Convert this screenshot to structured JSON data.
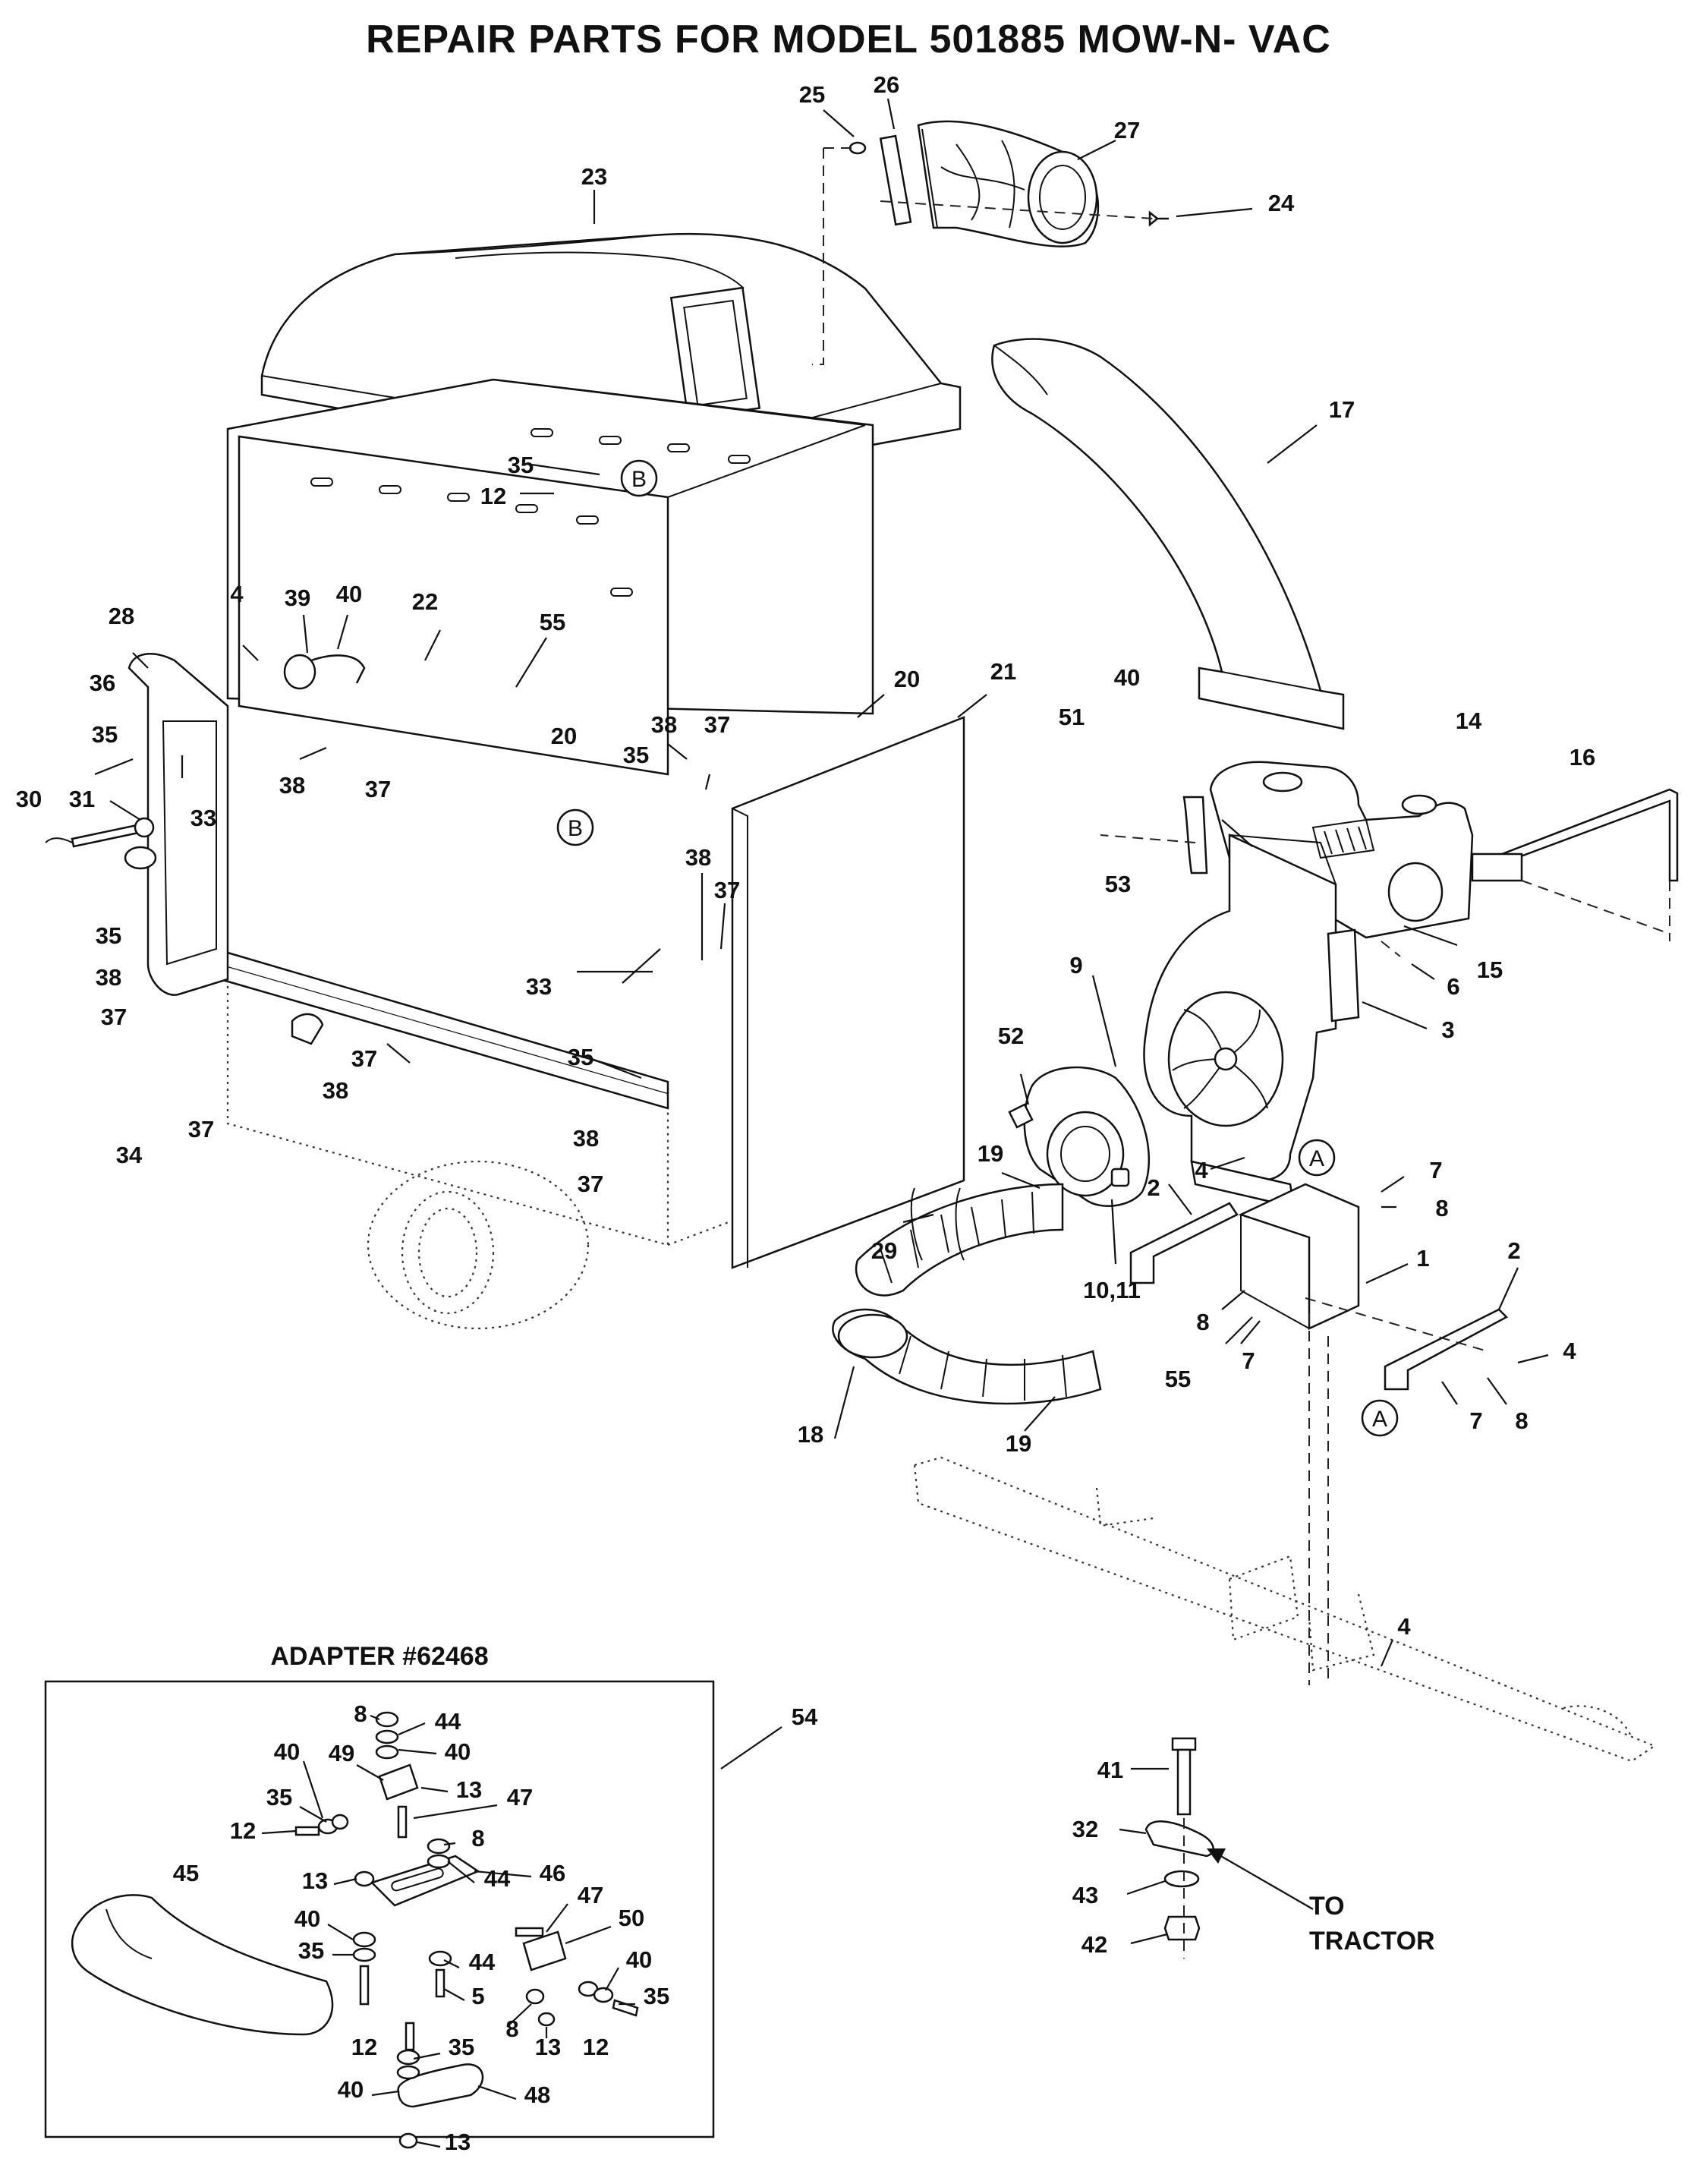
{
  "title": "REPAIR PARTS FOR MODEL 501885 MOW-N- VAC",
  "adapter_title": "ADAPTER  #62468",
  "to_tractor": [
    "TO",
    "TRACTOR"
  ],
  "circle_refs": [
    "A",
    "B"
  ],
  "callouts": [
    {
      "id": "c25",
      "text": "25"
    },
    {
      "id": "c26",
      "text": "26"
    },
    {
      "id": "c27",
      "text": "27"
    },
    {
      "id": "c24",
      "text": "24"
    },
    {
      "id": "c23",
      "text": "23"
    },
    {
      "id": "c17",
      "text": "17"
    },
    {
      "id": "c35a",
      "text": "35"
    },
    {
      "id": "c12a",
      "text": "12"
    },
    {
      "id": "c28",
      "text": "28"
    },
    {
      "id": "c4a",
      "text": "4"
    },
    {
      "id": "c39",
      "text": "39"
    },
    {
      "id": "c40a",
      "text": "40"
    },
    {
      "id": "c22",
      "text": "22"
    },
    {
      "id": "c55a",
      "text": "55"
    },
    {
      "id": "c20a",
      "text": "20"
    },
    {
      "id": "c21",
      "text": "21"
    },
    {
      "id": "c36",
      "text": "36"
    },
    {
      "id": "c35b",
      "text": "35"
    },
    {
      "id": "c30",
      "text": "30"
    },
    {
      "id": "c31",
      "text": "31"
    },
    {
      "id": "c33a",
      "text": "33"
    },
    {
      "id": "c38a",
      "text": "38"
    },
    {
      "id": "c37a",
      "text": "37"
    },
    {
      "id": "c20b",
      "text": "20"
    },
    {
      "id": "c38b",
      "text": "38"
    },
    {
      "id": "c37b",
      "text": "37"
    },
    {
      "id": "c35c",
      "text": "35"
    },
    {
      "id": "c38c",
      "text": "38"
    },
    {
      "id": "c37c",
      "text": "37"
    },
    {
      "id": "c35d",
      "text": "35"
    },
    {
      "id": "c38d",
      "text": "38"
    },
    {
      "id": "c37d",
      "text": "37"
    },
    {
      "id": "c33b",
      "text": "33"
    },
    {
      "id": "c37e",
      "text": "37"
    },
    {
      "id": "c38e",
      "text": "38"
    },
    {
      "id": "c35e",
      "text": "35"
    },
    {
      "id": "c34",
      "text": "34"
    },
    {
      "id": "c37f",
      "text": "37"
    },
    {
      "id": "c38f",
      "text": "38"
    },
    {
      "id": "c37g",
      "text": "37"
    },
    {
      "id": "c40b",
      "text": "40"
    },
    {
      "id": "c51",
      "text": "51"
    },
    {
      "id": "c14",
      "text": "14"
    },
    {
      "id": "c16",
      "text": "16"
    },
    {
      "id": "c53",
      "text": "53"
    },
    {
      "id": "c15",
      "text": "15"
    },
    {
      "id": "c6",
      "text": "6"
    },
    {
      "id": "c9",
      "text": "9"
    },
    {
      "id": "c52",
      "text": "52"
    },
    {
      "id": "c3",
      "text": "3"
    },
    {
      "id": "c4b",
      "text": "4"
    },
    {
      "id": "c7a",
      "text": "7"
    },
    {
      "id": "c8a",
      "text": "8"
    },
    {
      "id": "c2a",
      "text": "2"
    },
    {
      "id": "c1",
      "text": "1"
    },
    {
      "id": "c2b",
      "text": "2"
    },
    {
      "id": "c19a",
      "text": "19"
    },
    {
      "id": "c29",
      "text": "29"
    },
    {
      "id": "c1011",
      "text": "10,11"
    },
    {
      "id": "c8b",
      "text": "8"
    },
    {
      "id": "c55b",
      "text": "55"
    },
    {
      "id": "c7b",
      "text": "7"
    },
    {
      "id": "c4c",
      "text": "4"
    },
    {
      "id": "c7c",
      "text": "7"
    },
    {
      "id": "c8c",
      "text": "8"
    },
    {
      "id": "c18",
      "text": "18"
    },
    {
      "id": "c19b",
      "text": "19"
    },
    {
      "id": "c4d",
      "text": "4"
    },
    {
      "id": "c54",
      "text": "54"
    },
    {
      "id": "c41",
      "text": "41"
    },
    {
      "id": "c32",
      "text": "32"
    },
    {
      "id": "c43",
      "text": "43"
    },
    {
      "id": "c42",
      "text": "42"
    },
    {
      "id": "d8a",
      "text": "8"
    },
    {
      "id": "d44a",
      "text": "44"
    },
    {
      "id": "d40a",
      "text": "40"
    },
    {
      "id": "d40b",
      "text": "40"
    },
    {
      "id": "d49",
      "text": "49"
    },
    {
      "id": "d13a",
      "text": "13"
    },
    {
      "id": "d35a",
      "text": "35"
    },
    {
      "id": "d47a",
      "text": "47"
    },
    {
      "id": "d12a",
      "text": "12"
    },
    {
      "id": "d8b",
      "text": "8"
    },
    {
      "id": "d44b",
      "text": "44"
    },
    {
      "id": "d13b",
      "text": "13"
    },
    {
      "id": "d46",
      "text": "46"
    },
    {
      "id": "d45",
      "text": "45"
    },
    {
      "id": "d47b",
      "text": "47"
    },
    {
      "id": "d40c",
      "text": "40"
    },
    {
      "id": "d50",
      "text": "50"
    },
    {
      "id": "d35b",
      "text": "35"
    },
    {
      "id": "d44c",
      "text": "44"
    },
    {
      "id": "d40d",
      "text": "40"
    },
    {
      "id": "d5",
      "text": "5"
    },
    {
      "id": "d35c",
      "text": "35"
    },
    {
      "id": "d8c",
      "text": "8"
    },
    {
      "id": "d13c",
      "text": "13"
    },
    {
      "id": "d12b",
      "text": "12"
    },
    {
      "id": "d12c",
      "text": "12"
    },
    {
      "id": "d35d",
      "text": "35"
    },
    {
      "id": "d40e",
      "text": "40"
    },
    {
      "id": "d48",
      "text": "48"
    },
    {
      "id": "d13d",
      "text": "13"
    }
  ]
}
